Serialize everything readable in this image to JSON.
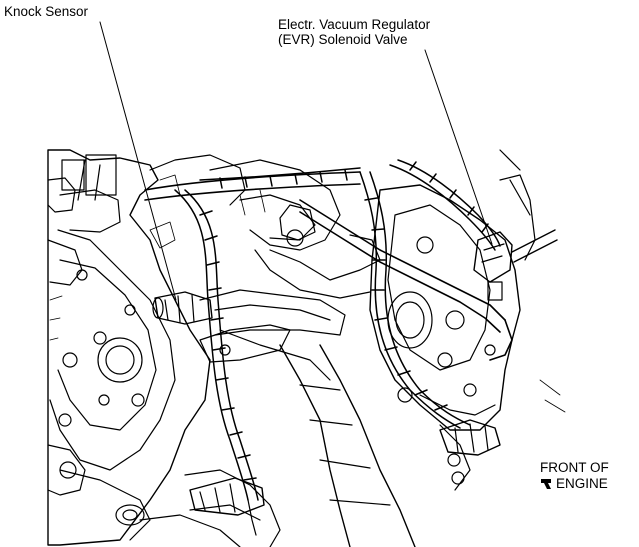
{
  "labels": {
    "knock_sensor": "Knock Sensor",
    "evr_line1": "Electr. Vacuum Regulator",
    "evr_line2": "(EVR) Solenoid Valve",
    "front_line1": "FRONT OF",
    "front_line2": "ENGINE"
  },
  "icons": {
    "front_arrow": "arrow-icon"
  },
  "colors": {
    "line": "#000000",
    "background": "#ffffff"
  }
}
